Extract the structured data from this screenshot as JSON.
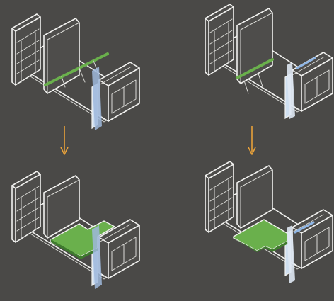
{
  "figure": {
    "panels": [
      {
        "id": "top-left",
        "state": "closed",
        "seat": "folded"
      },
      {
        "id": "top-right",
        "state": "closed",
        "seat": "folded"
      },
      {
        "id": "bottom-left",
        "state": "open",
        "seat": "unfolded"
      },
      {
        "id": "bottom-right",
        "state": "open",
        "seat": "unfolded"
      }
    ],
    "arrows": [
      {
        "from": "top-left",
        "to": "bottom-left"
      },
      {
        "from": "top-right",
        "to": "bottom-right"
      }
    ]
  },
  "colors": {
    "background": "#4a4947",
    "sketch_line": "#f2f2f0",
    "seat_green": "#6ab04c",
    "seat_green_dark": "#3f7a2e",
    "accent_blue": "#8fb6e6",
    "arrow_orange": "#e8a13a"
  }
}
